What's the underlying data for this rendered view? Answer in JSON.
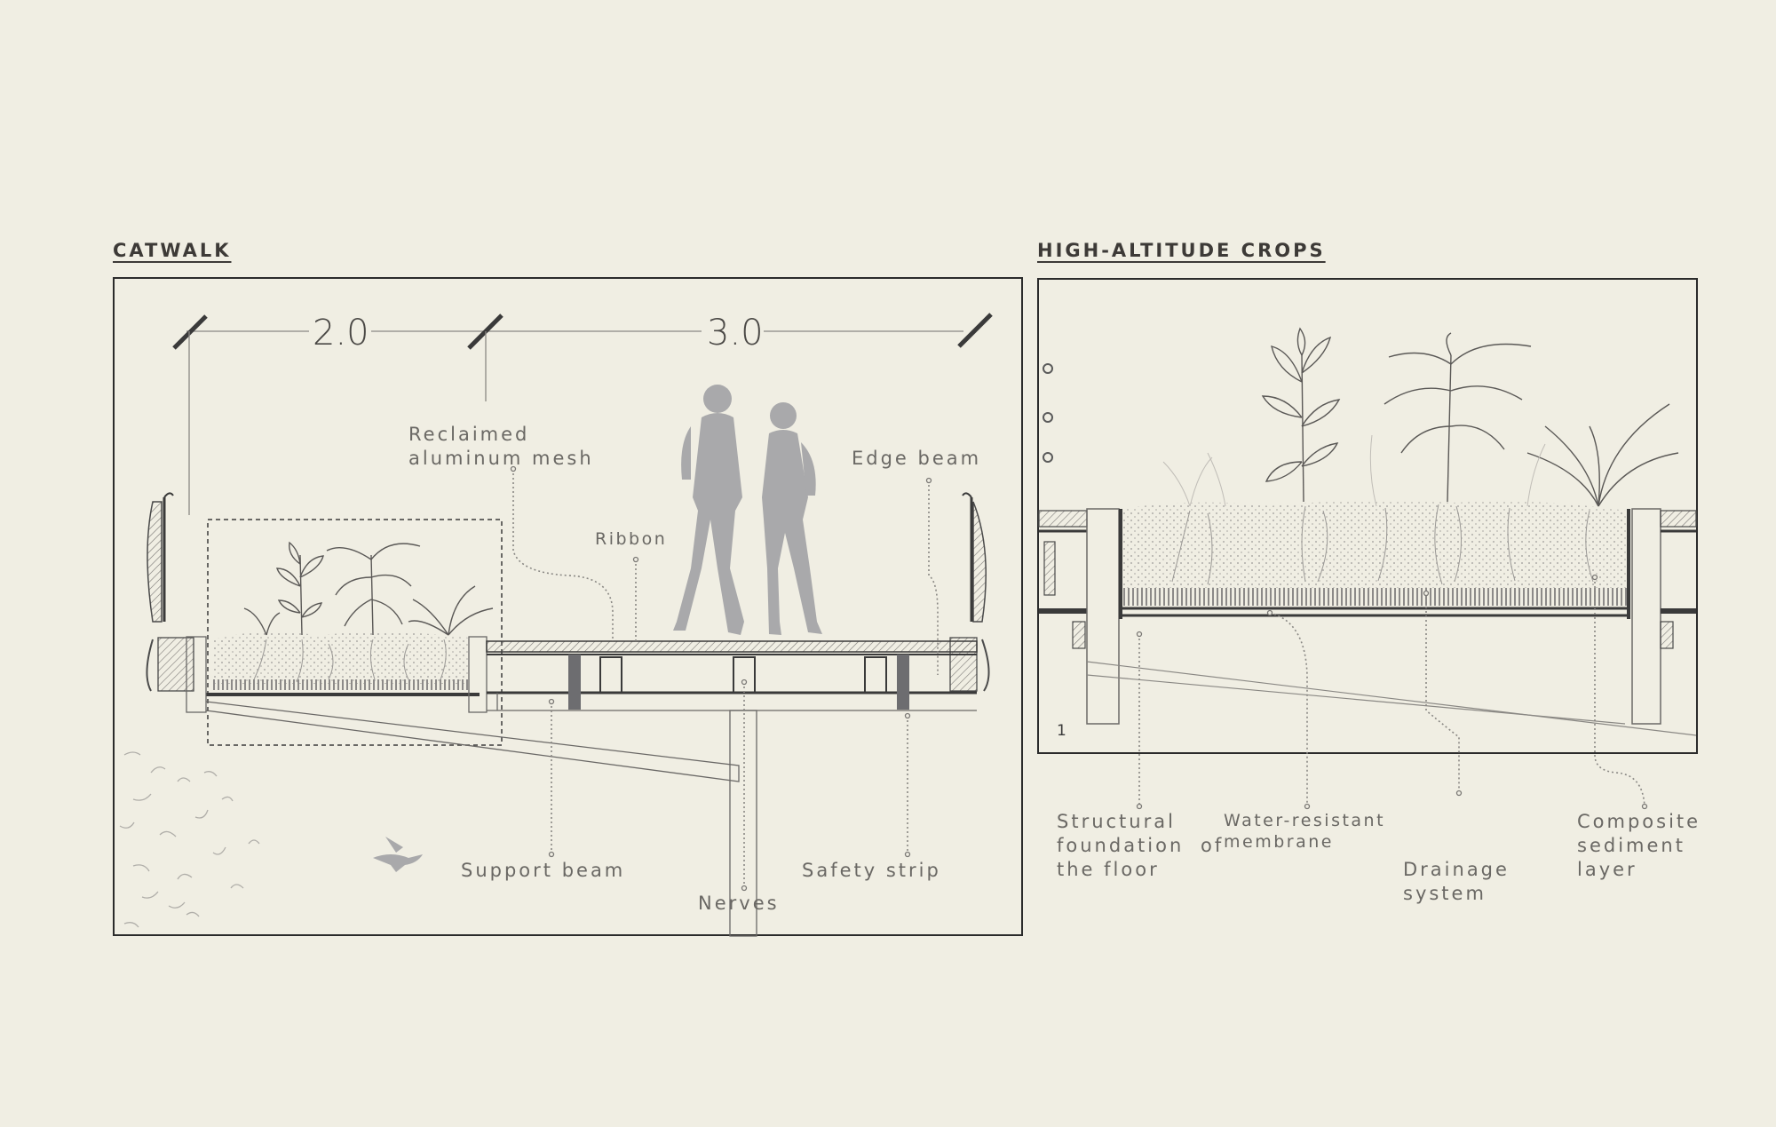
{
  "catwalk": {
    "title": "CATWALK",
    "dimensions": [
      "2.0",
      "3.0"
    ],
    "labels": {
      "reclaimed_line1": "Reclaimed",
      "reclaimed_line2": "aluminum mesh",
      "ribbon": "Ribbon",
      "edge_beam": "Edge beam",
      "support_beam": "Support beam",
      "safety_strip": "Safety strip",
      "nerves": "Nerves"
    }
  },
  "crops": {
    "title": "HIGH-ALTITUDE CROPS",
    "number": "1",
    "labels": {
      "structural_line1": "Structural",
      "structural_line2": "foundation",
      "of": "of",
      "structural_line3": "the floor",
      "water_line1": "Water-resistant",
      "water_line2": "membrane",
      "drainage_line1": "Drainage",
      "drainage_line2": "system",
      "composite_line1": "Composite",
      "composite_line2": "sediment",
      "composite_line3": "layer"
    }
  },
  "colors": {
    "background": "#f0eee3",
    "line": "#2b2b2b",
    "figures": "#a9a9ab",
    "beam": "#6d6d70"
  }
}
